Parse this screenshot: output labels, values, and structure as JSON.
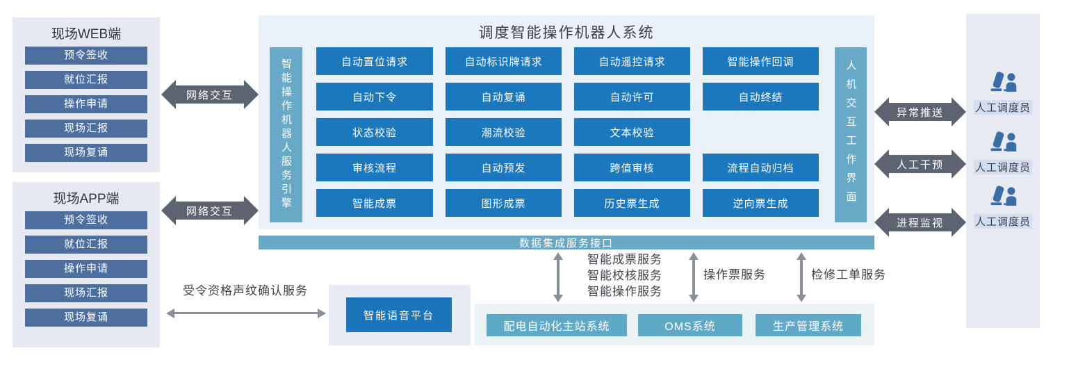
{
  "site_web": {
    "title": "现场WEB端",
    "items": [
      "预令签收",
      "就位汇报",
      "操作申请",
      "现场汇报",
      "现场复诵"
    ]
  },
  "site_app": {
    "title": "现场APP端",
    "items": [
      "预令签收",
      "就位汇报",
      "操作申请",
      "现场汇报",
      "现场复诵"
    ]
  },
  "network_links": {
    "web_label": "网络交互",
    "app_label": "网络交互"
  },
  "robot_system": {
    "title": "调度智能操作机器人系统",
    "engine_bar": "智能操作机器人服务引擎",
    "hmi_bar": "人机交互工作界面",
    "grid": [
      [
        "自动置位请求",
        "自动标识牌请求",
        "自动遥控请求",
        "智能操作回调"
      ],
      [
        "自动下令",
        "自动复诵",
        "自动许可",
        "自动终结"
      ],
      [
        "状态校验",
        "潮流校验",
        "文本校验",
        ""
      ],
      [
        "审核流程",
        "自动预发",
        "跨值审核",
        "流程自动归档"
      ],
      [
        "智能成票",
        "图形成票",
        "历史票生成",
        "逆向票生成"
      ]
    ]
  },
  "data_bus": {
    "label": "数据集成服务接口"
  },
  "bus_services": {
    "smart_lines": [
      "智能成票服务",
      "智能校核服务",
      "智能操作服务"
    ],
    "operation_ticket": "操作票服务",
    "maintenance_order": "检修工单服务"
  },
  "external_systems": {
    "items": [
      "配电自动化主站系统",
      "OMS系统",
      "生产管理系统"
    ]
  },
  "voice_platform": {
    "button": "智能语音平台",
    "service_label": "受令资格声纹确认服务"
  },
  "dispatch_links": {
    "labels": [
      "异常推送",
      "人工干预",
      "进程监视"
    ]
  },
  "dispatchers": {
    "label": "人工调度员",
    "icon": "dispatcher-at-terminal-icon"
  },
  "colors": {
    "module_blue": "#1b78bc",
    "teal_bar": "#66a8c6",
    "system_teal": "#60a9c6",
    "slate_item": "#4d6f9f",
    "dark_arrow": "#5b6470",
    "thin_arrow": "#8a9097",
    "icon_blue": "#3a6da6",
    "panel_lavender": "#e7e9f2",
    "panel_lightblue": "#e9f1f6"
  }
}
